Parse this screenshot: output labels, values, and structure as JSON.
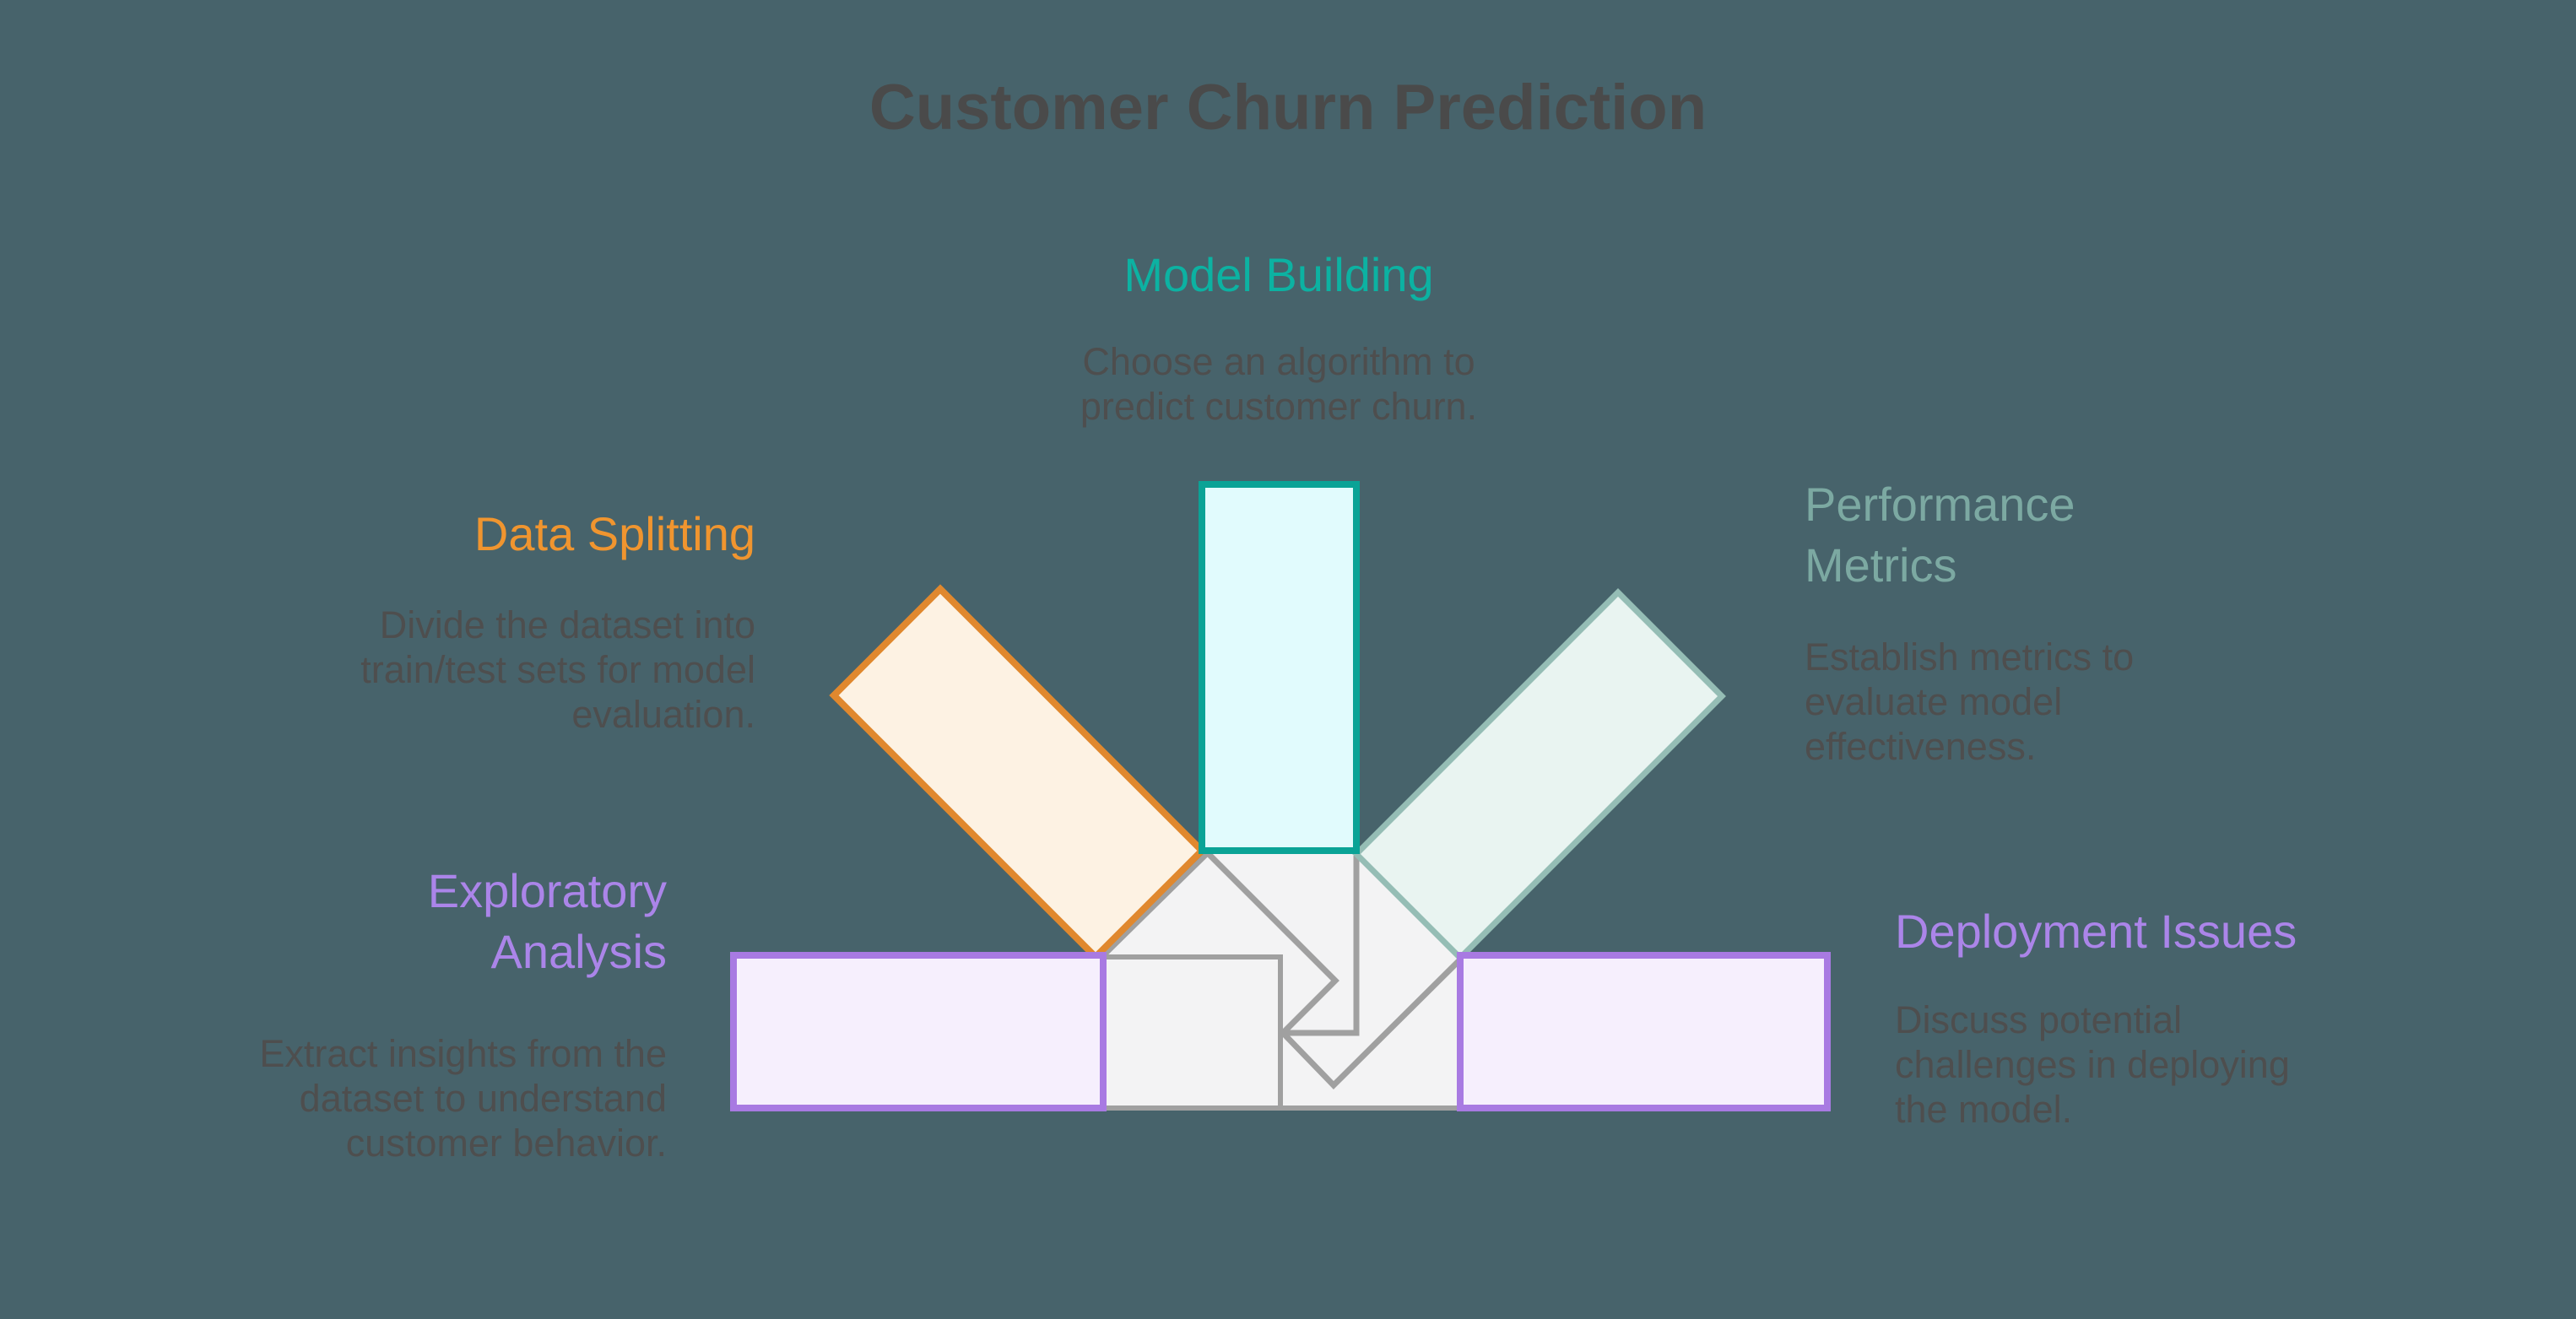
{
  "page_title": "Customer Churn Prediction",
  "palette": {
    "background": "#47636b",
    "title_text": "#4a4a4a",
    "body_text": "#4e4e4e",
    "teal_accent": "#0cb2a2",
    "teal_border": "#0aa396",
    "teal_fill": "#e1fbfd",
    "orange_accent": "#f0952f",
    "orange_border": "#e0882e",
    "orange_fill": "#fdf2e3",
    "sage_accent": "#7ca9a2",
    "sage_border": "#95bdb5",
    "sage_fill": "#e9f4f1",
    "purple_accent": "#ab85e9",
    "purple_border": "#a87ae2",
    "purple_fill": "#f6effd",
    "gray_line": "#a0a0a0",
    "gray_fill": "#f3f3f4"
  },
  "sections": {
    "model_building": {
      "title": "Model Building",
      "body": "Choose an algorithm to\npredict customer churn."
    },
    "data_splitting": {
      "title": "Data Splitting",
      "body": "Divide the dataset into\ntrain/test sets for model\nevaluation."
    },
    "performance_metrics": {
      "title": "Performance\nMetrics",
      "body": "Establish metrics to\nevaluate model\neffectiveness."
    },
    "exploratory_analysis": {
      "title": "Exploratory\nAnalysis",
      "body": "Extract insights from the\ndataset to understand\ncustomer behavior."
    },
    "deployment_issues": {
      "title": "Deployment Issues",
      "body": "Discuss potential\nchallenges in deploying\nthe model."
    }
  }
}
